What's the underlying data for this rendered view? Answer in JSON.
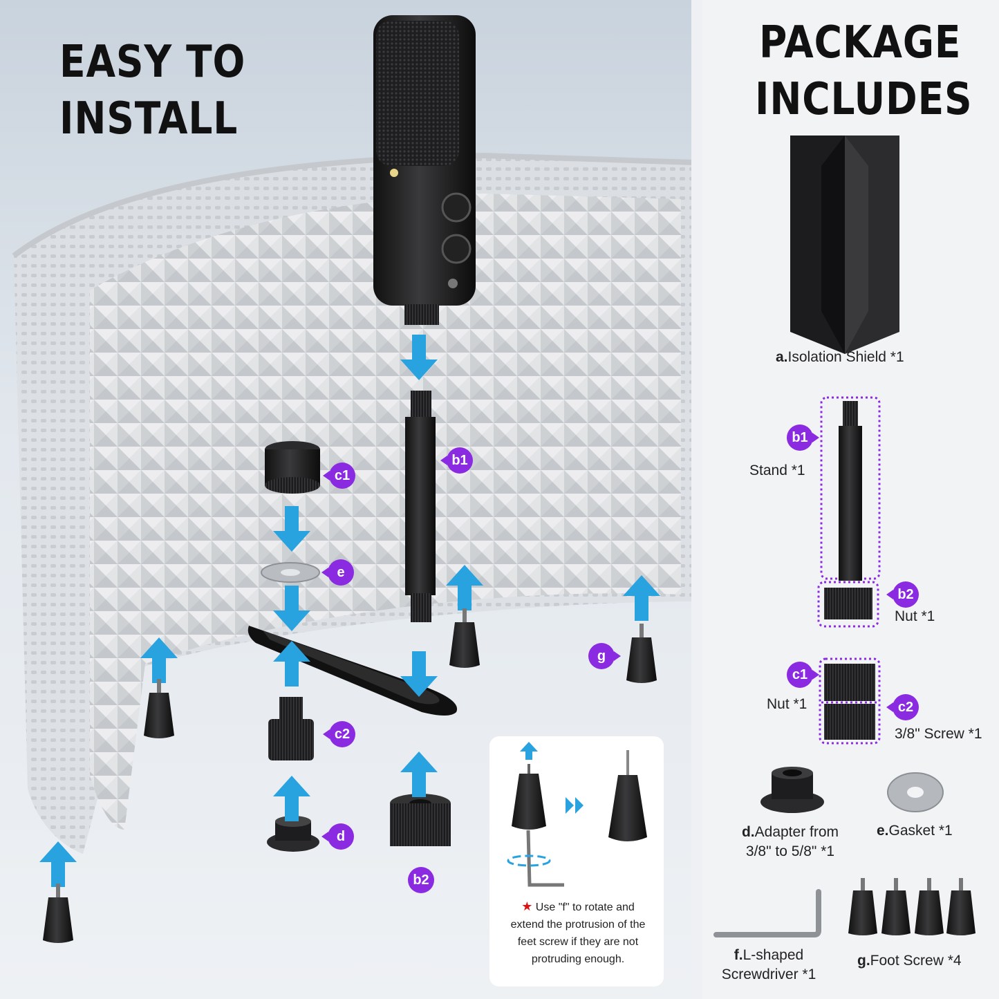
{
  "left_panel": {
    "title_line1": "EASY TO",
    "title_line2": "INSTALL",
    "badges": {
      "c1": "c1",
      "e": "e",
      "b1": "b1",
      "c2": "c2",
      "d": "d",
      "b2": "b2",
      "g": "g"
    },
    "note": {
      "star_icon": "star-icon",
      "text": "Use \"f\" to rotate and extend the protrusion of the feet screw if they are not protruding enough."
    }
  },
  "right_panel": {
    "title_line1": "PACKAGE",
    "title_line2": "INCLUDES",
    "items": {
      "a": {
        "letter": "a.",
        "name": "Isolation Shield *1"
      },
      "b1": {
        "badge": "b1",
        "name": "Stand *1"
      },
      "b2": {
        "badge": "b2",
        "name": "Nut *1"
      },
      "c1": {
        "badge": "c1",
        "name": "Nut *1"
      },
      "c2": {
        "badge": "c2",
        "name": "3/8\" Screw *1"
      },
      "d": {
        "letter": "d.",
        "name_line1": "Adapter from",
        "name_line2": "3/8\" to 5/8\" *1"
      },
      "e": {
        "letter": "e.",
        "name": "Gasket *1"
      },
      "f": {
        "letter": "f.",
        "name_line1": "L-shaped",
        "name_line2": "Screwdriver *1"
      },
      "g": {
        "letter": "g.",
        "name": "Foot Screw *4"
      }
    }
  },
  "colors": {
    "accent_purple": "#8a2be2",
    "arrow_blue": "#29a3e0",
    "left_bg": "#dfe4ea",
    "right_bg": "#f2f3f5"
  }
}
